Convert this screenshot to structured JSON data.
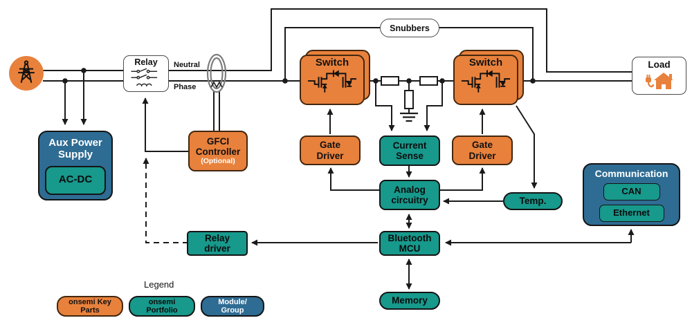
{
  "colors": {
    "orange": "#E8813C",
    "teal": "#17998C",
    "blue": "#2E6C93",
    "line": "#1a1a1a"
  },
  "icons": {
    "grid": "power-tower-icon",
    "relay": "relay-contacts-coil-icon",
    "ct": "current-transformer-icon",
    "switch": "bidirectional-mosfet-icon",
    "load": "house-with-plug-icon",
    "ground": "ground-symbol",
    "resistors": "shunt-resistor-network"
  },
  "nodes": {
    "relay": {
      "title": "Relay"
    },
    "line_labels": {
      "neutral": "Neutral",
      "phase": "Phase"
    },
    "snubbers": {
      "label": "Snubbers"
    },
    "switch_left": {
      "label": "Switch"
    },
    "switch_right": {
      "label": "Switch"
    },
    "load": {
      "label": "Load"
    },
    "gfci": {
      "title": "GFCI Controller",
      "subtitle": "(Optional)"
    },
    "aux": {
      "title": "Aux Power Supply",
      "child": "AC-DC"
    },
    "gate_driver_left": {
      "label": "Gate Driver"
    },
    "current_sense": {
      "label": "Current Sense"
    },
    "gate_driver_right": {
      "label": "Gate Driver"
    },
    "analog": {
      "label": "Analog circuitry"
    },
    "temp": {
      "label": "Temp."
    },
    "bluetooth": {
      "label": "Bluetooth MCU"
    },
    "memory": {
      "label": "Memory"
    },
    "relay_driver": {
      "label": "Relay driver"
    },
    "communication": {
      "title": "Communication",
      "children": [
        "CAN",
        "Ethernet"
      ]
    }
  },
  "legend": {
    "title": "Legend",
    "items": [
      {
        "label": "onsemi Key Parts",
        "type": "orange"
      },
      {
        "label": "onsemi Portfolio",
        "type": "teal"
      },
      {
        "label": "Module/ Group",
        "type": "blue"
      }
    ]
  }
}
